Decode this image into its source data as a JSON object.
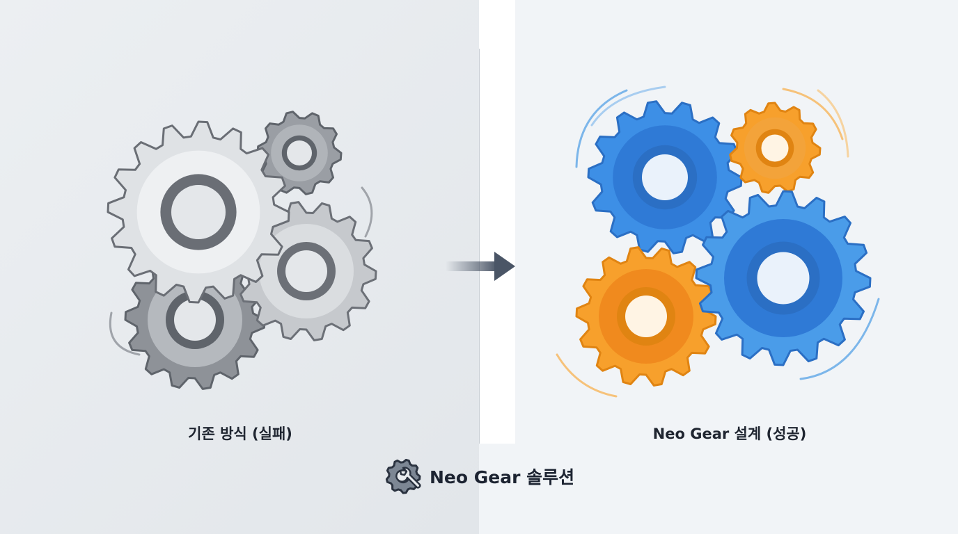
{
  "labels": {
    "before": "기존 방식 (실패)",
    "after": "Neo Gear 설계 (성공)"
  },
  "footer": {
    "icon": "gear-wrench-icon",
    "text": "Neo Gear 솔루션"
  },
  "colors": {
    "blue": "#3d8fe6",
    "orange": "#f7a02c",
    "gray": "#9a9ea4"
  }
}
